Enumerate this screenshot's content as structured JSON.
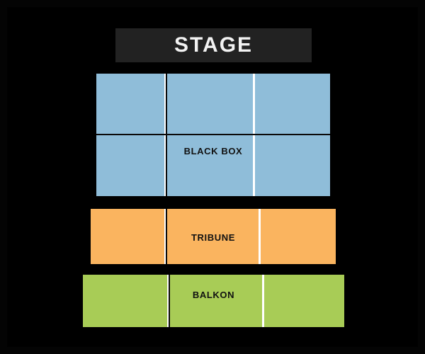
{
  "venue": {
    "background_color": "#000000",
    "stage": {
      "label": "STAGE",
      "background_color": "#222222",
      "text_color": "#F2F2F2"
    },
    "sections": [
      {
        "id": "black-box",
        "label": "BLACK BOX",
        "color": "#8FBDD9",
        "text_color": "#111111",
        "columns": 3,
        "rows": 2
      },
      {
        "id": "tribune",
        "label": "TRIBUNE",
        "color": "#FAB45F",
        "text_color": "#111111",
        "columns": 3,
        "rows": 1
      },
      {
        "id": "balkon",
        "label": "BALKON",
        "color": "#A8CC56",
        "text_color": "#111111",
        "columns": 3,
        "rows": 1
      }
    ]
  }
}
